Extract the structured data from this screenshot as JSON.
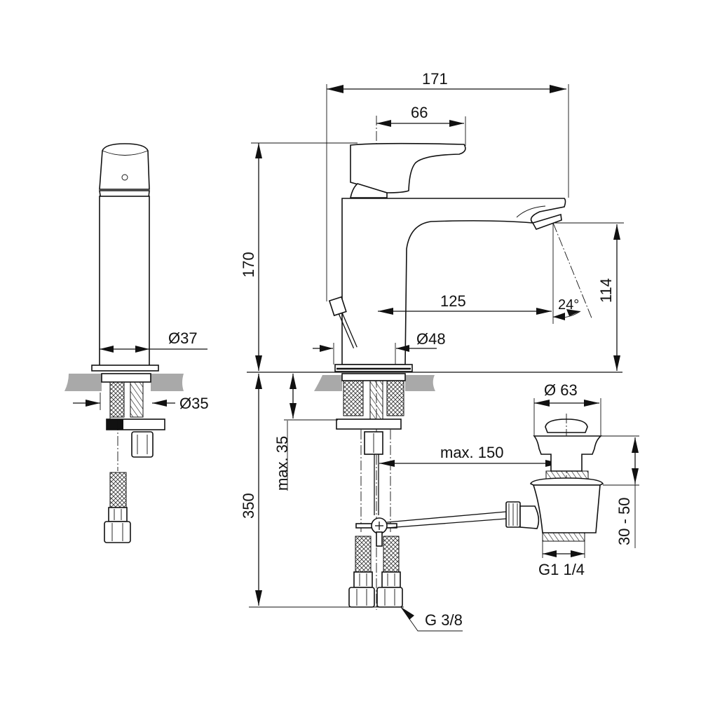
{
  "drawing": {
    "subject": "single-lever basin mixer with pop-up waste",
    "views": [
      "side-view",
      "front-view",
      "waste-assembly"
    ]
  },
  "dimensions": {
    "overall_width": "171",
    "lever_reach": "66",
    "overall_height": "170",
    "spout_height": "114",
    "spout_reach": "125",
    "spout_angle": "24°",
    "body_diameter_side": "Ø37",
    "mounting_hole_diameter": "Ø35",
    "base_diameter": "Ø48",
    "max_deck_thickness": "max. 35",
    "hose_length": "350",
    "max_rod_distance": "max. 150",
    "waste_diameter": "Ø 63",
    "waste_thread": "G1 1/4",
    "waste_height_range": "30 - 50",
    "hose_thread": "G 3/8"
  },
  "colors": {
    "line": "#111111",
    "countertop": "#a9a9a9",
    "background": "#ffffff"
  }
}
